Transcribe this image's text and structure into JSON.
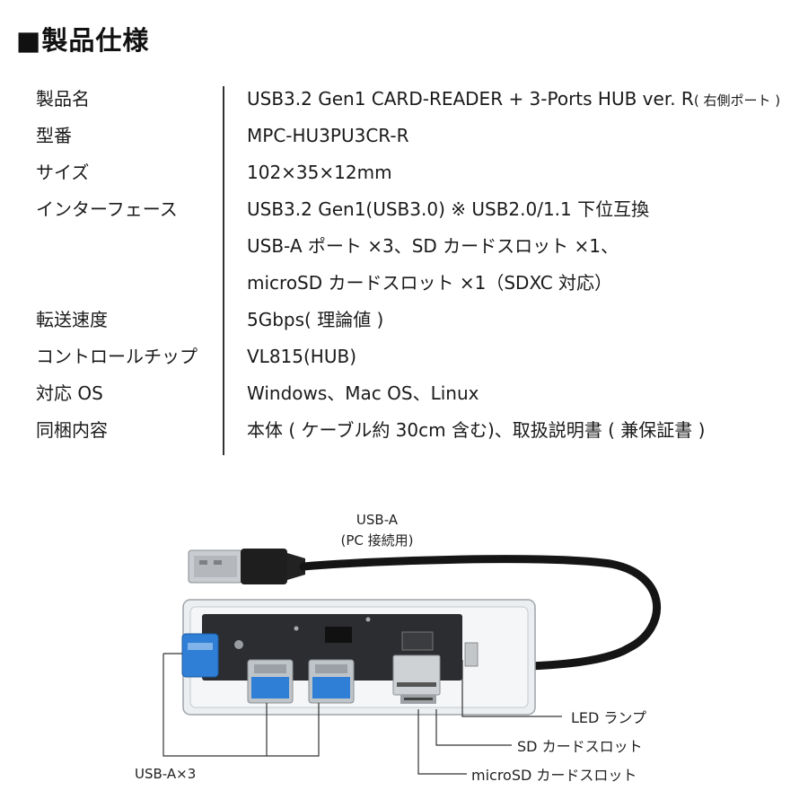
{
  "heading": "■製品仕様",
  "specs": [
    {
      "label": "製品名",
      "value": "USB3.2 Gen1 CARD-READER + 3-Ports HUB ver. R",
      "note": "( 右側ポート )"
    },
    {
      "label": "型番",
      "value": "MPC-HU3PU3CR-R"
    },
    {
      "label": "サイズ",
      "value": "102×35×12mm"
    },
    {
      "label": "インターフェース",
      "value": "USB3.2 Gen1(USB3.0) ※ USB2.0/1.1 下位互換"
    },
    {
      "label": "",
      "value": "USB-A ポート ×3、SD カードスロット ×1、"
    },
    {
      "label": "",
      "value": "microSD カードスロット ×1（SDXC 対応）"
    },
    {
      "label": "転送速度",
      "value": "5Gbps( 理論値 )"
    },
    {
      "label": "コントロールチップ",
      "value": "VL815(HUB)"
    },
    {
      "label": "対応 OS",
      "value": "Windows、Mac OS、Linux"
    },
    {
      "label": "同梱内容",
      "value": "本体 ( ケーブル約 30cm 含む)、取扱説明書 ( 兼保証書 )"
    }
  ],
  "diagram": {
    "usb_a_title": "USB-A",
    "usb_a_sub": "(PC 接続用)",
    "led_label": "LED ランプ",
    "sd_label": "SD カードスロット",
    "microsd_label": "microSD カードスロット",
    "usb_ports_label": "USB-A×3"
  }
}
